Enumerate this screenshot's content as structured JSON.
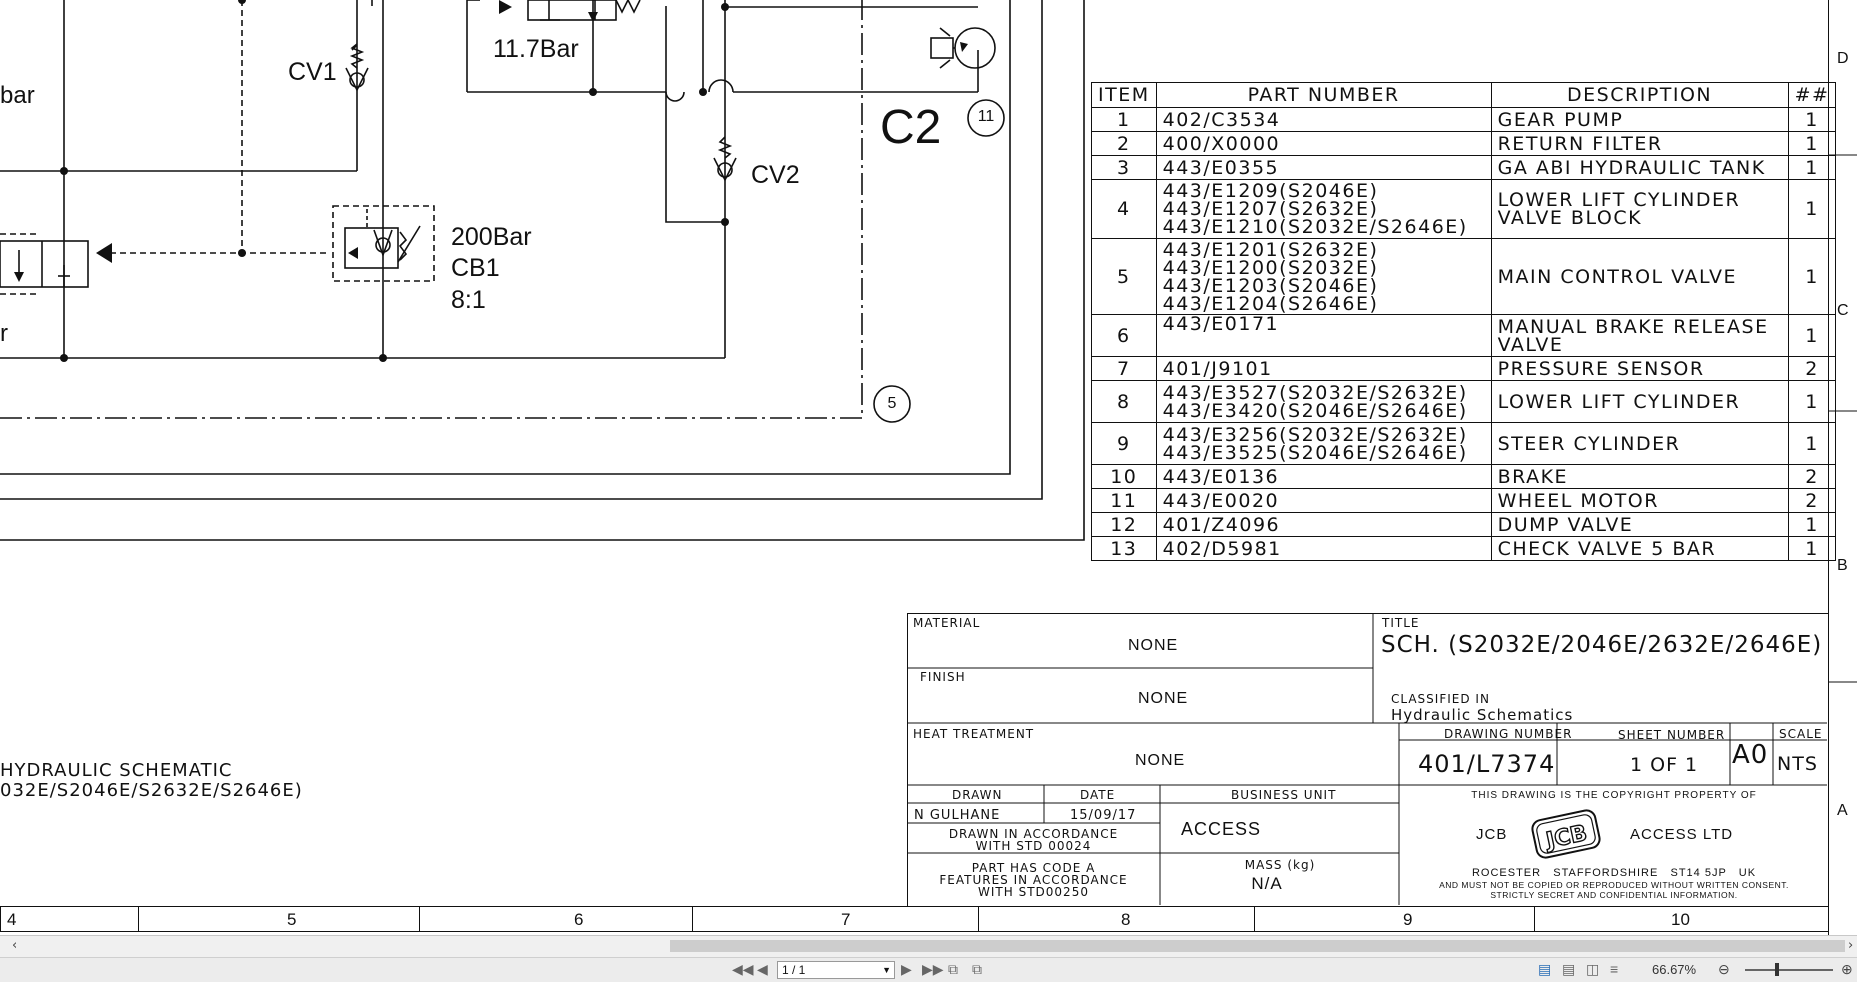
{
  "schematic": {
    "labels": {
      "cv1": "CV1",
      "bar_left": "bar",
      "bar_mid_left": "r",
      "relief": "11.7Bar",
      "c2": "C2",
      "cv2": "CV2",
      "cb1_pressure": "200Bar",
      "cb1_name": "CB1",
      "cb1_ratio": "8:1",
      "balloon_11": "11",
      "balloon_5": "5"
    },
    "drawing_caption": [
      "HYDRAULIC SCHEMATIC",
      "032E/S2046E/S2632E/S2646E)"
    ]
  },
  "bom": {
    "headers": [
      "ITEM",
      "PART NUMBER",
      "DESCRIPTION",
      "##"
    ],
    "rows": [
      {
        "item": "1",
        "parts": [
          "402/C3534"
        ],
        "desc": [
          "GEAR PUMP"
        ],
        "qty": "1"
      },
      {
        "item": "2",
        "parts": [
          "400/X0000"
        ],
        "desc": [
          "RETURN FILTER"
        ],
        "qty": "1"
      },
      {
        "item": "3",
        "parts": [
          "443/E0355"
        ],
        "desc": [
          "GA ABI HYDRAULIC TANK"
        ],
        "qty": "1"
      },
      {
        "item": "4",
        "parts": [
          "443/E1209(S2046E)",
          "443/E1207(S2632E)",
          "443/E1210(S2032E/S2646E)"
        ],
        "desc": [
          "LOWER LIFT CYLINDER",
          "VALVE BLOCK"
        ],
        "qty": "1"
      },
      {
        "item": "5",
        "parts": [
          "443/E1201(S2632E)",
          "443/E1200(S2032E)",
          "443/E1203(S2046E)",
          "443/E1204(S2646E)"
        ],
        "desc": [
          "MAIN CONTROL VALVE"
        ],
        "qty": "1"
      },
      {
        "item": "6",
        "parts": [
          "443/E0171"
        ],
        "desc": [
          "MANUAL BRAKE RELEASE",
          "VALVE"
        ],
        "qty": "1"
      },
      {
        "item": "7",
        "parts": [
          "401/J9101"
        ],
        "desc": [
          "PRESSURE SENSOR"
        ],
        "qty": "2"
      },
      {
        "item": "8",
        "parts": [
          "443/E3527(S2032E/S2632E)",
          "443/E3420(S2046E/S2646E)"
        ],
        "desc": [
          "LOWER LIFT CYLINDER"
        ],
        "qty": "1"
      },
      {
        "item": "9",
        "parts": [
          "443/E3256(S2032E/S2632E)",
          "443/E3525(S2046E/S2646E)"
        ],
        "desc": [
          "STEER CYLINDER"
        ],
        "qty": "1"
      },
      {
        "item": "10",
        "parts": [
          "443/E0136"
        ],
        "desc": [
          "BRAKE"
        ],
        "qty": "2"
      },
      {
        "item": "11",
        "parts": [
          "443/E0020"
        ],
        "desc": [
          "WHEEL MOTOR"
        ],
        "qty": "2"
      },
      {
        "item": "12",
        "parts": [
          "401/Z4096"
        ],
        "desc": [
          "DUMP VALVE"
        ],
        "qty": "1"
      },
      {
        "item": "13",
        "parts": [
          "402/D5981"
        ],
        "desc": [
          "CHECK VALVE 5 BAR"
        ],
        "qty": "1"
      }
    ]
  },
  "title_block": {
    "material_label": "MATERIAL",
    "material_value": "NONE",
    "finish_label": "FINISH",
    "finish_value": "NONE",
    "heat_label": "HEAT TREATMENT",
    "heat_value": "NONE",
    "title_label": "TITLE",
    "title_value": "SCH. (S2032E/2046E/2632E/2646E)",
    "classified_label": "CLASSIFIED IN",
    "classified_value": "Hydraulic Schematics",
    "drawing_number_label": "DRAWING NUMBER",
    "drawing_number": "401/L7374",
    "sheet_number_label": "SHEET NUMBER",
    "sheet_number": "1 OF 1",
    "size": "A0",
    "scale_label": "SCALE",
    "scale_value": "NTS",
    "drawn_label": "DRAWN",
    "drawn_value": "N GULHANE",
    "date_label": "DATE",
    "date_value": "15/09/17",
    "business_unit_label": "BUSINESS UNIT",
    "business_unit_value": "ACCESS",
    "std_note": [
      "DRAWN IN ACCORDANCE",
      "WITH STD 00024"
    ],
    "mass_label": "MASS (kg)",
    "mass_value": "N/A",
    "code_note": [
      "PART HAS CODE A",
      "FEATURES IN ACCORDANCE",
      "WITH STD00250"
    ],
    "copyright_top": "THIS DRAWING IS THE COPYRIGHT PROPERTY OF",
    "company_left": "JCB",
    "company_right": "ACCESS LTD",
    "logo_text": "JCB",
    "address": "ROCESTER   STAFFORDSHIRE   ST14 5JP   UK",
    "copyright_bottom": [
      "AND MUST NOT BE COPIED OR REPRODUCED WITHOUT WRITTEN CONSENT.",
      "STRICTLY SECRET AND CONFIDENTIAL INFORMATION."
    ]
  },
  "ruler": {
    "columns": [
      "4",
      "5",
      "6",
      "7",
      "8",
      "9",
      "10"
    ]
  },
  "zones": {
    "letters": [
      "D",
      "C",
      "B",
      "A"
    ]
  },
  "viewer": {
    "page_value": "1 / 1",
    "zoom_level": "66.67%",
    "scroll_left_icon": "chevron-left-icon",
    "scroll_right_icon": "chevron-right-icon"
  },
  "colors": {
    "ink": "#111111",
    "chrome": "#ececec",
    "scroll_thumb": "#cdcdcd"
  }
}
